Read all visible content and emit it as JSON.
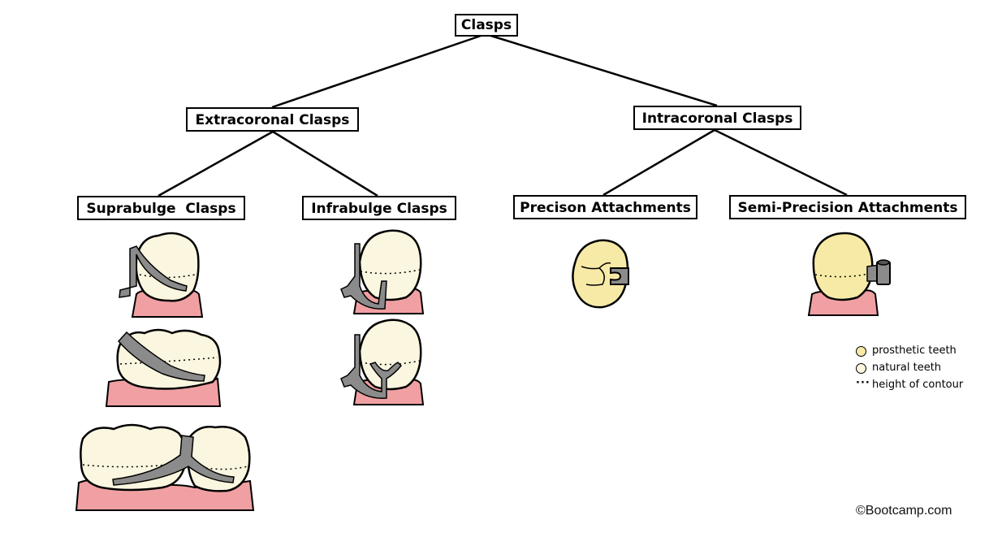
{
  "diagram": {
    "root": "Clasps",
    "level1": {
      "extracoronal": "Extracoronal Clasps",
      "intracoronal": "Intracoronal Clasps"
    },
    "level2": {
      "suprabulge": "Suprabulge  Clasps",
      "infrabulge": "Infrabulge Clasps",
      "precision": "Precison Attachments",
      "semi_precision": "Semi-Precision Attachments"
    }
  },
  "legend": {
    "prosthetic": "prosthetic teeth",
    "natural": "natural teeth",
    "contour": "height of contour",
    "contour_symbol": "···"
  },
  "credit": "©Bootcamp.com",
  "colors": {
    "prosthetic_tooth": "#f7eaa6",
    "natural_tooth": "#fbf6df",
    "gum": "#f0a0a2",
    "metal": "#8b8b8b"
  }
}
